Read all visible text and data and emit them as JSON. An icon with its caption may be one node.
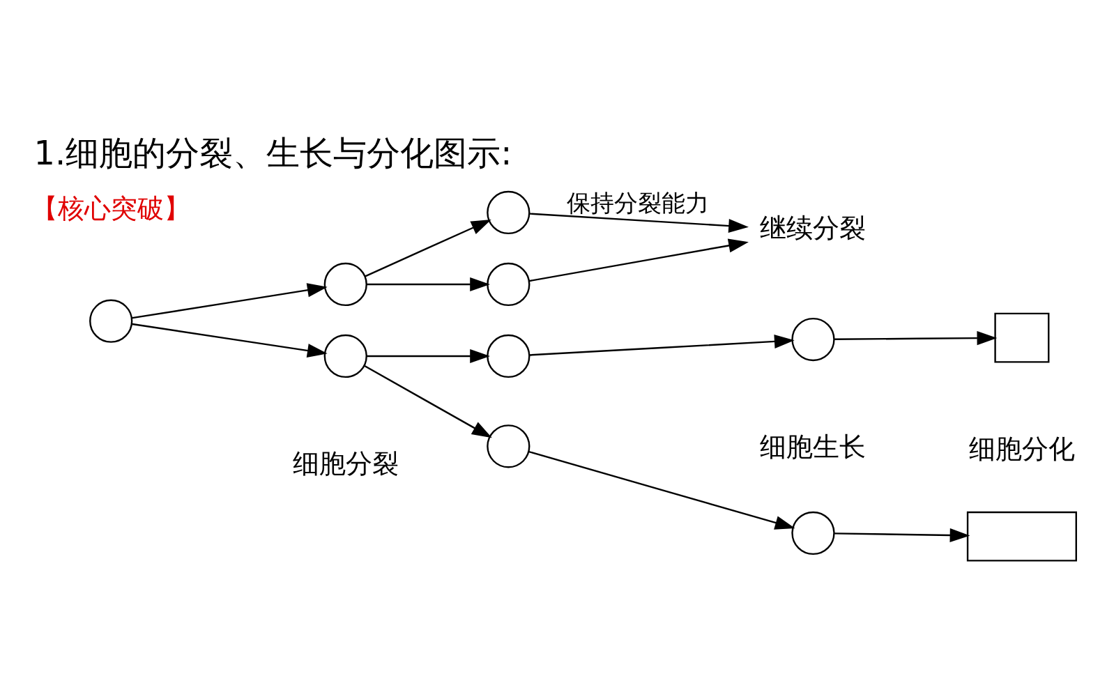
{
  "diagram": {
    "title": "1.细胞的分裂、生长与分化图示:",
    "nodes": [
      {
        "text": [],
        "shape": "circle"
      },
      {
        "text": [],
        "shape": "circle"
      },
      {
        "text": [],
        "shape": "circle"
      },
      {
        "text": [],
        "shape": "circle"
      },
      {
        "text": [],
        "shape": "circle"
      },
      {
        "text": [
          "继续分裂"
        ]
      },
      {
        "text": [],
        "shape": "circle"
      },
      {
        "text": [],
        "shape": "circle"
      },
      {
        "text": [],
        "shape": "circle"
      },
      {
        "text": [],
        "shape": "circle"
      },
      {
        "text": [],
        "shape": "box"
      },
      {
        "text": [],
        "shape": "box"
      }
    ],
    "edges": [
      {
        "from": 0,
        "to": 1,
        "arrow": "to"
      },
      {
        "from": 0,
        "to": 2,
        "arrow": "to"
      },
      {
        "from": 1,
        "to": 3,
        "arrow": "to"
      },
      {
        "from": 1,
        "to": 4,
        "arrow": "to"
      },
      {
        "from": 3,
        "to": 5,
        "arrow": "to",
        "label": "保持分裂能力"
      },
      {
        "from": 4,
        "to": 5,
        "arrow": "to"
      },
      {
        "from": 2,
        "to": 6,
        "arrow": "to"
      },
      {
        "from": 2,
        "to": 7,
        "arrow": "to"
      },
      {
        "from": 6,
        "to": 8,
        "arrow": "to"
      },
      {
        "from": 7,
        "to": 9,
        "arrow": "to"
      },
      {
        "from": 8,
        "to": 10,
        "arrow": "to"
      },
      {
        "from": 9,
        "to": 11,
        "arrow": "to"
      }
    ],
    "labels": [
      "【核心突破】",
      "细胞分裂",
      "细胞生长",
      "细胞分化"
    ]
  }
}
